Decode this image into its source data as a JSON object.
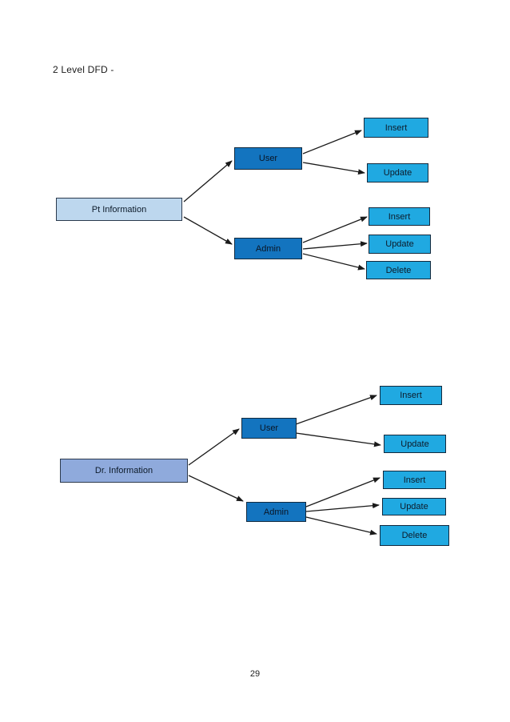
{
  "doc": {
    "title": "2 Level DFD -",
    "page_number": "29"
  },
  "colors": {
    "source_fill_diagram1": "#BDD7EE",
    "source_fill_diagram2": "#8FAADC",
    "role_fill": "#1374BF",
    "operation_fill": "#20A9E1",
    "box_border": "#13293D",
    "arrow": "#1A1A1A"
  },
  "d1": {
    "source": "Pt Information",
    "user": "User",
    "admin": "Admin",
    "user_ops": [
      "Insert",
      "Update"
    ],
    "admin_ops": [
      "Insert",
      "Update",
      "Delete"
    ],
    "edges": [
      "Pt Information -> User",
      "Pt Information -> Admin",
      "User -> Insert",
      "User -> Update",
      "Admin -> Insert",
      "Admin -> Update",
      "Admin -> Delete"
    ]
  },
  "d2": {
    "source": "Dr. Information",
    "user": "User",
    "admin": "Admin",
    "user_ops": [
      "Insert",
      "Update"
    ],
    "admin_ops": [
      "Insert",
      "Update",
      "Delete"
    ],
    "edges": [
      "Dr. Information -> User",
      "Dr. Information -> Admin",
      "User -> Insert",
      "User -> Update",
      "Admin -> Insert",
      "Admin -> Update",
      "Admin -> Delete"
    ]
  }
}
